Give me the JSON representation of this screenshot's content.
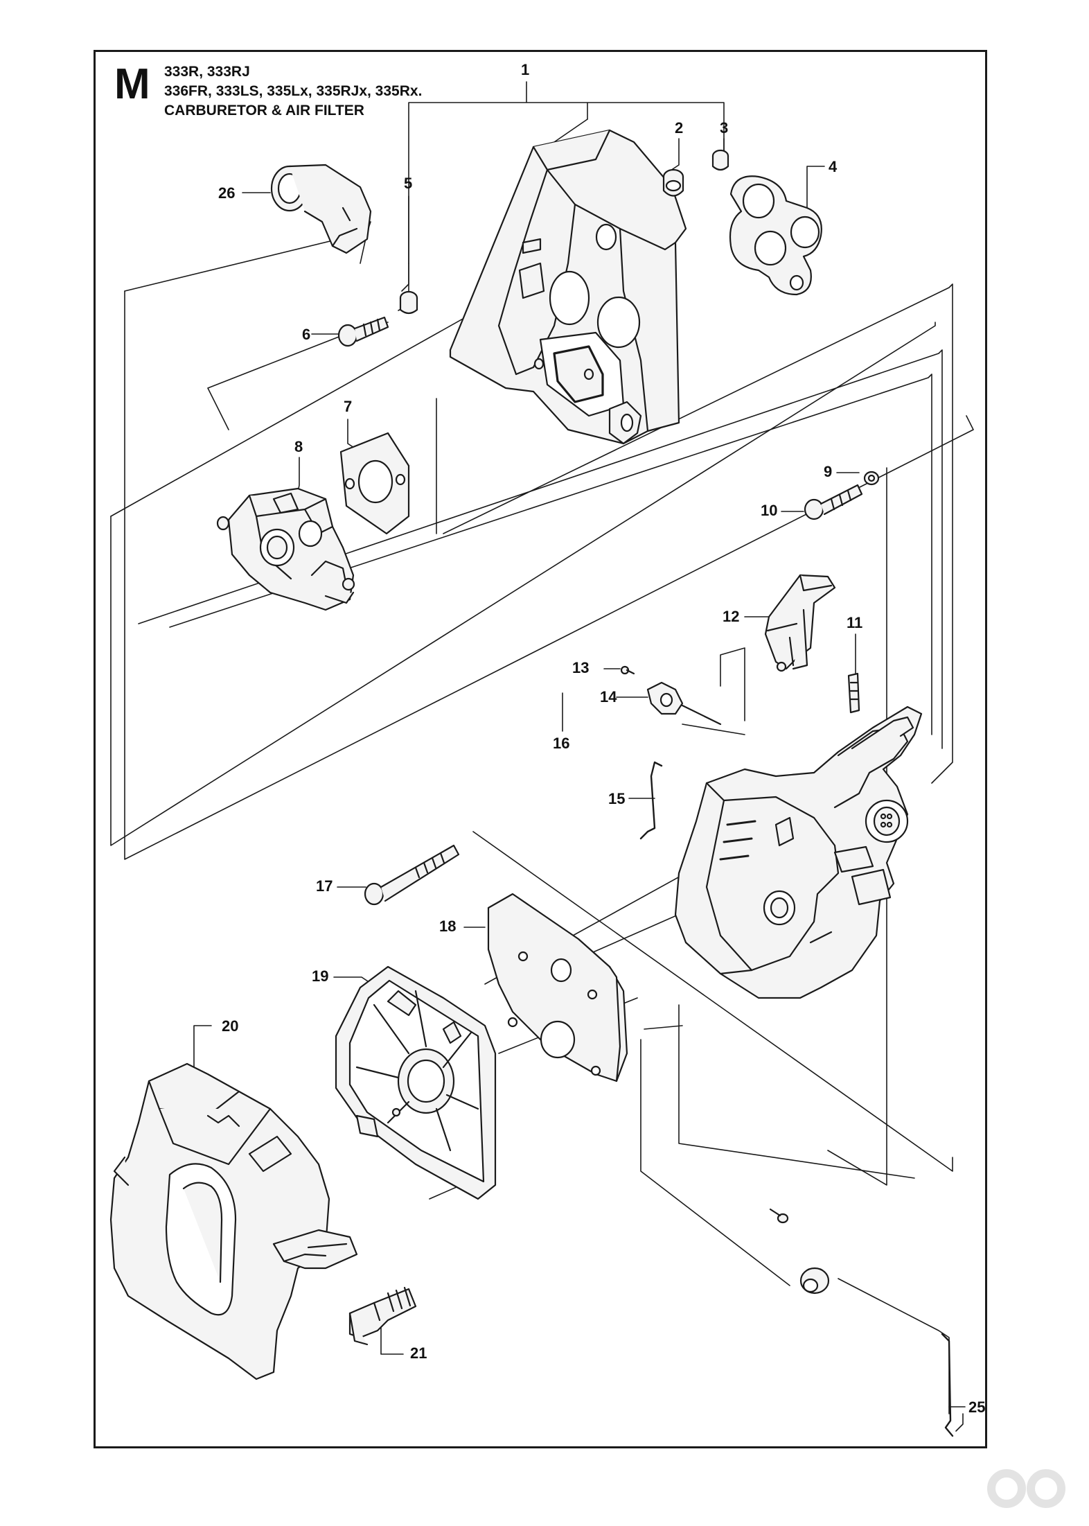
{
  "header": {
    "section_letter": "M",
    "models_line1": "333R, 333RJ",
    "models_line2": "336FR, 333LS, 335Lx, 335RJx, 335Rx.",
    "title": "CARBURETOR & AIR FILTER"
  },
  "callouts": [
    {
      "label": "1"
    },
    {
      "label": "2"
    },
    {
      "label": "3"
    },
    {
      "label": "4"
    },
    {
      "label": "5"
    },
    {
      "label": "6"
    },
    {
      "label": "7"
    },
    {
      "label": "8"
    },
    {
      "label": "9"
    },
    {
      "label": "10"
    },
    {
      "label": "11"
    },
    {
      "label": "12"
    },
    {
      "label": "13"
    },
    {
      "label": "14"
    },
    {
      "label": "15"
    },
    {
      "label": "16"
    },
    {
      "label": "17"
    },
    {
      "label": "18"
    },
    {
      "label": "19"
    },
    {
      "label": "20"
    },
    {
      "label": "21"
    },
    {
      "label": "25"
    },
    {
      "label": "26"
    }
  ],
  "colors": {
    "line": "#1a1a1a",
    "part_fill": "#f4f4f4",
    "shade": "#d6d6d6"
  }
}
